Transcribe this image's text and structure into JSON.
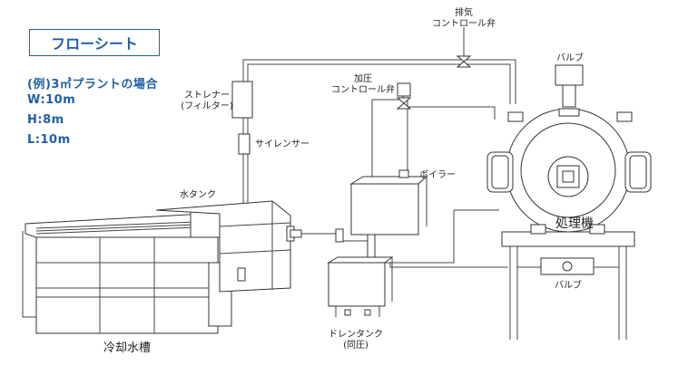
{
  "title": "フローシート",
  "example": {
    "heading": "(例)3㎥プラントの場合",
    "w": "W:10m",
    "h": "H:8m",
    "l": "L:10m"
  },
  "labels": {
    "exhaust_valve": "排気\nコントロール弁",
    "pressure_valve": "加圧\nコントロール弁",
    "strainer": "ストレナー\n(フィルター)",
    "silencer": "サイレンサー",
    "boiler": "ボイラー",
    "water_tank": "水タンク",
    "cooling_tank": "冷却水槽",
    "drain_tank": "ドレンタンク\n(同圧)",
    "processor": "処理機",
    "valve_top": "バルブ",
    "valve_bottom": "バルブ"
  }
}
